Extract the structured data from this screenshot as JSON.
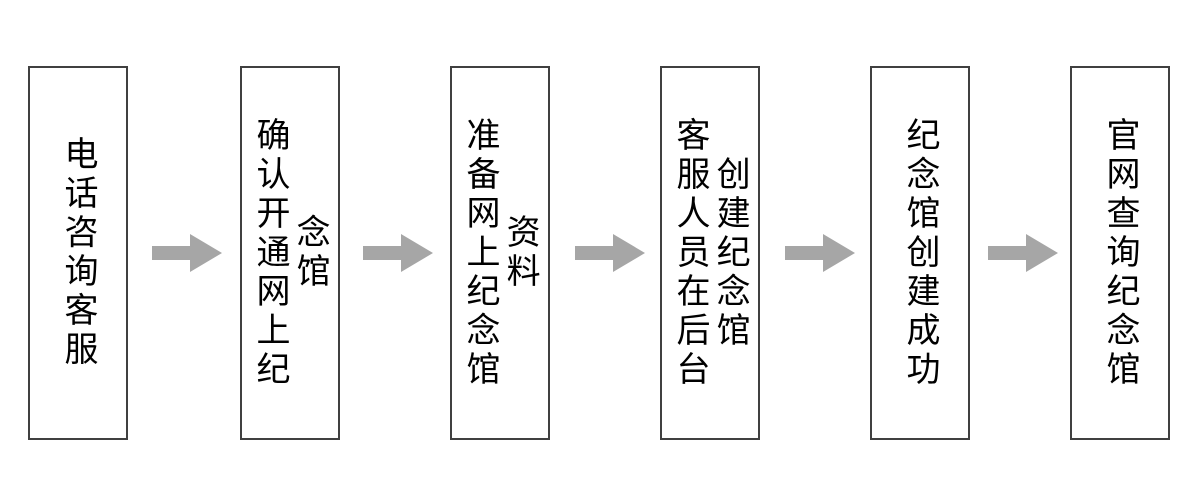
{
  "diagram": {
    "type": "linear-process-flowchart",
    "orientation": "horizontal-left-to-right",
    "text_direction": "vertical",
    "colors": {
      "box_border": "#404040",
      "box_fill": "#ffffff",
      "text": "#000000",
      "arrow": "#a6a6a6",
      "background": "#ffffff"
    },
    "steps": [
      {
        "index": 1,
        "label": "电话咨询客服"
      },
      {
        "index": 2,
        "label": "确认开通网上纪念馆"
      },
      {
        "index": 3,
        "label": "准备网上纪念馆资料"
      },
      {
        "index": 4,
        "label": "客服人员在后台创建纪念馆"
      },
      {
        "index": 5,
        "label": "纪念馆创建成功"
      },
      {
        "index": 6,
        "label": "官网查询纪念馆"
      }
    ],
    "connectors": [
      {
        "index": 1,
        "icon": "arrow-right-icon",
        "from": 1,
        "to": 2
      },
      {
        "index": 2,
        "icon": "arrow-right-icon",
        "from": 2,
        "to": 3
      },
      {
        "index": 3,
        "icon": "arrow-right-icon",
        "from": 3,
        "to": 4
      },
      {
        "index": 4,
        "icon": "arrow-right-icon",
        "from": 4,
        "to": 5
      },
      {
        "index": 5,
        "icon": "arrow-right-icon",
        "from": 5,
        "to": 6
      }
    ]
  }
}
